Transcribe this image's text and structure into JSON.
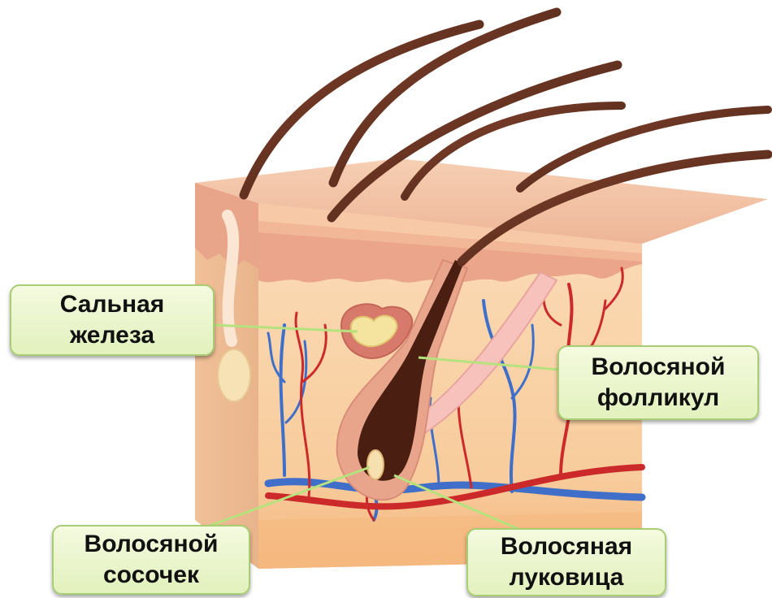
{
  "labels": {
    "sebaceous_gland": {
      "line1": "Сальная",
      "line2": "железа"
    },
    "hair_follicle": {
      "line1": "Волосяной",
      "line2": "фолликул"
    },
    "hair_papilla": {
      "line1": "Волосяной",
      "line2": "сосочек"
    },
    "hair_bulb": {
      "line1": "Волосяная",
      "line2": "луковица"
    }
  },
  "colors": {
    "epidermis_top": "#f3c4a4",
    "epidermis_front": "#f2b592",
    "dermis": "#f9d5ad",
    "hypodermis": "#f7c48e",
    "hair": "#7a3b28",
    "vein": "#3f6fc8",
    "artery": "#cc2a2a",
    "label_fill": "#e8f5c8",
    "label_border": "#a9cd73"
  }
}
